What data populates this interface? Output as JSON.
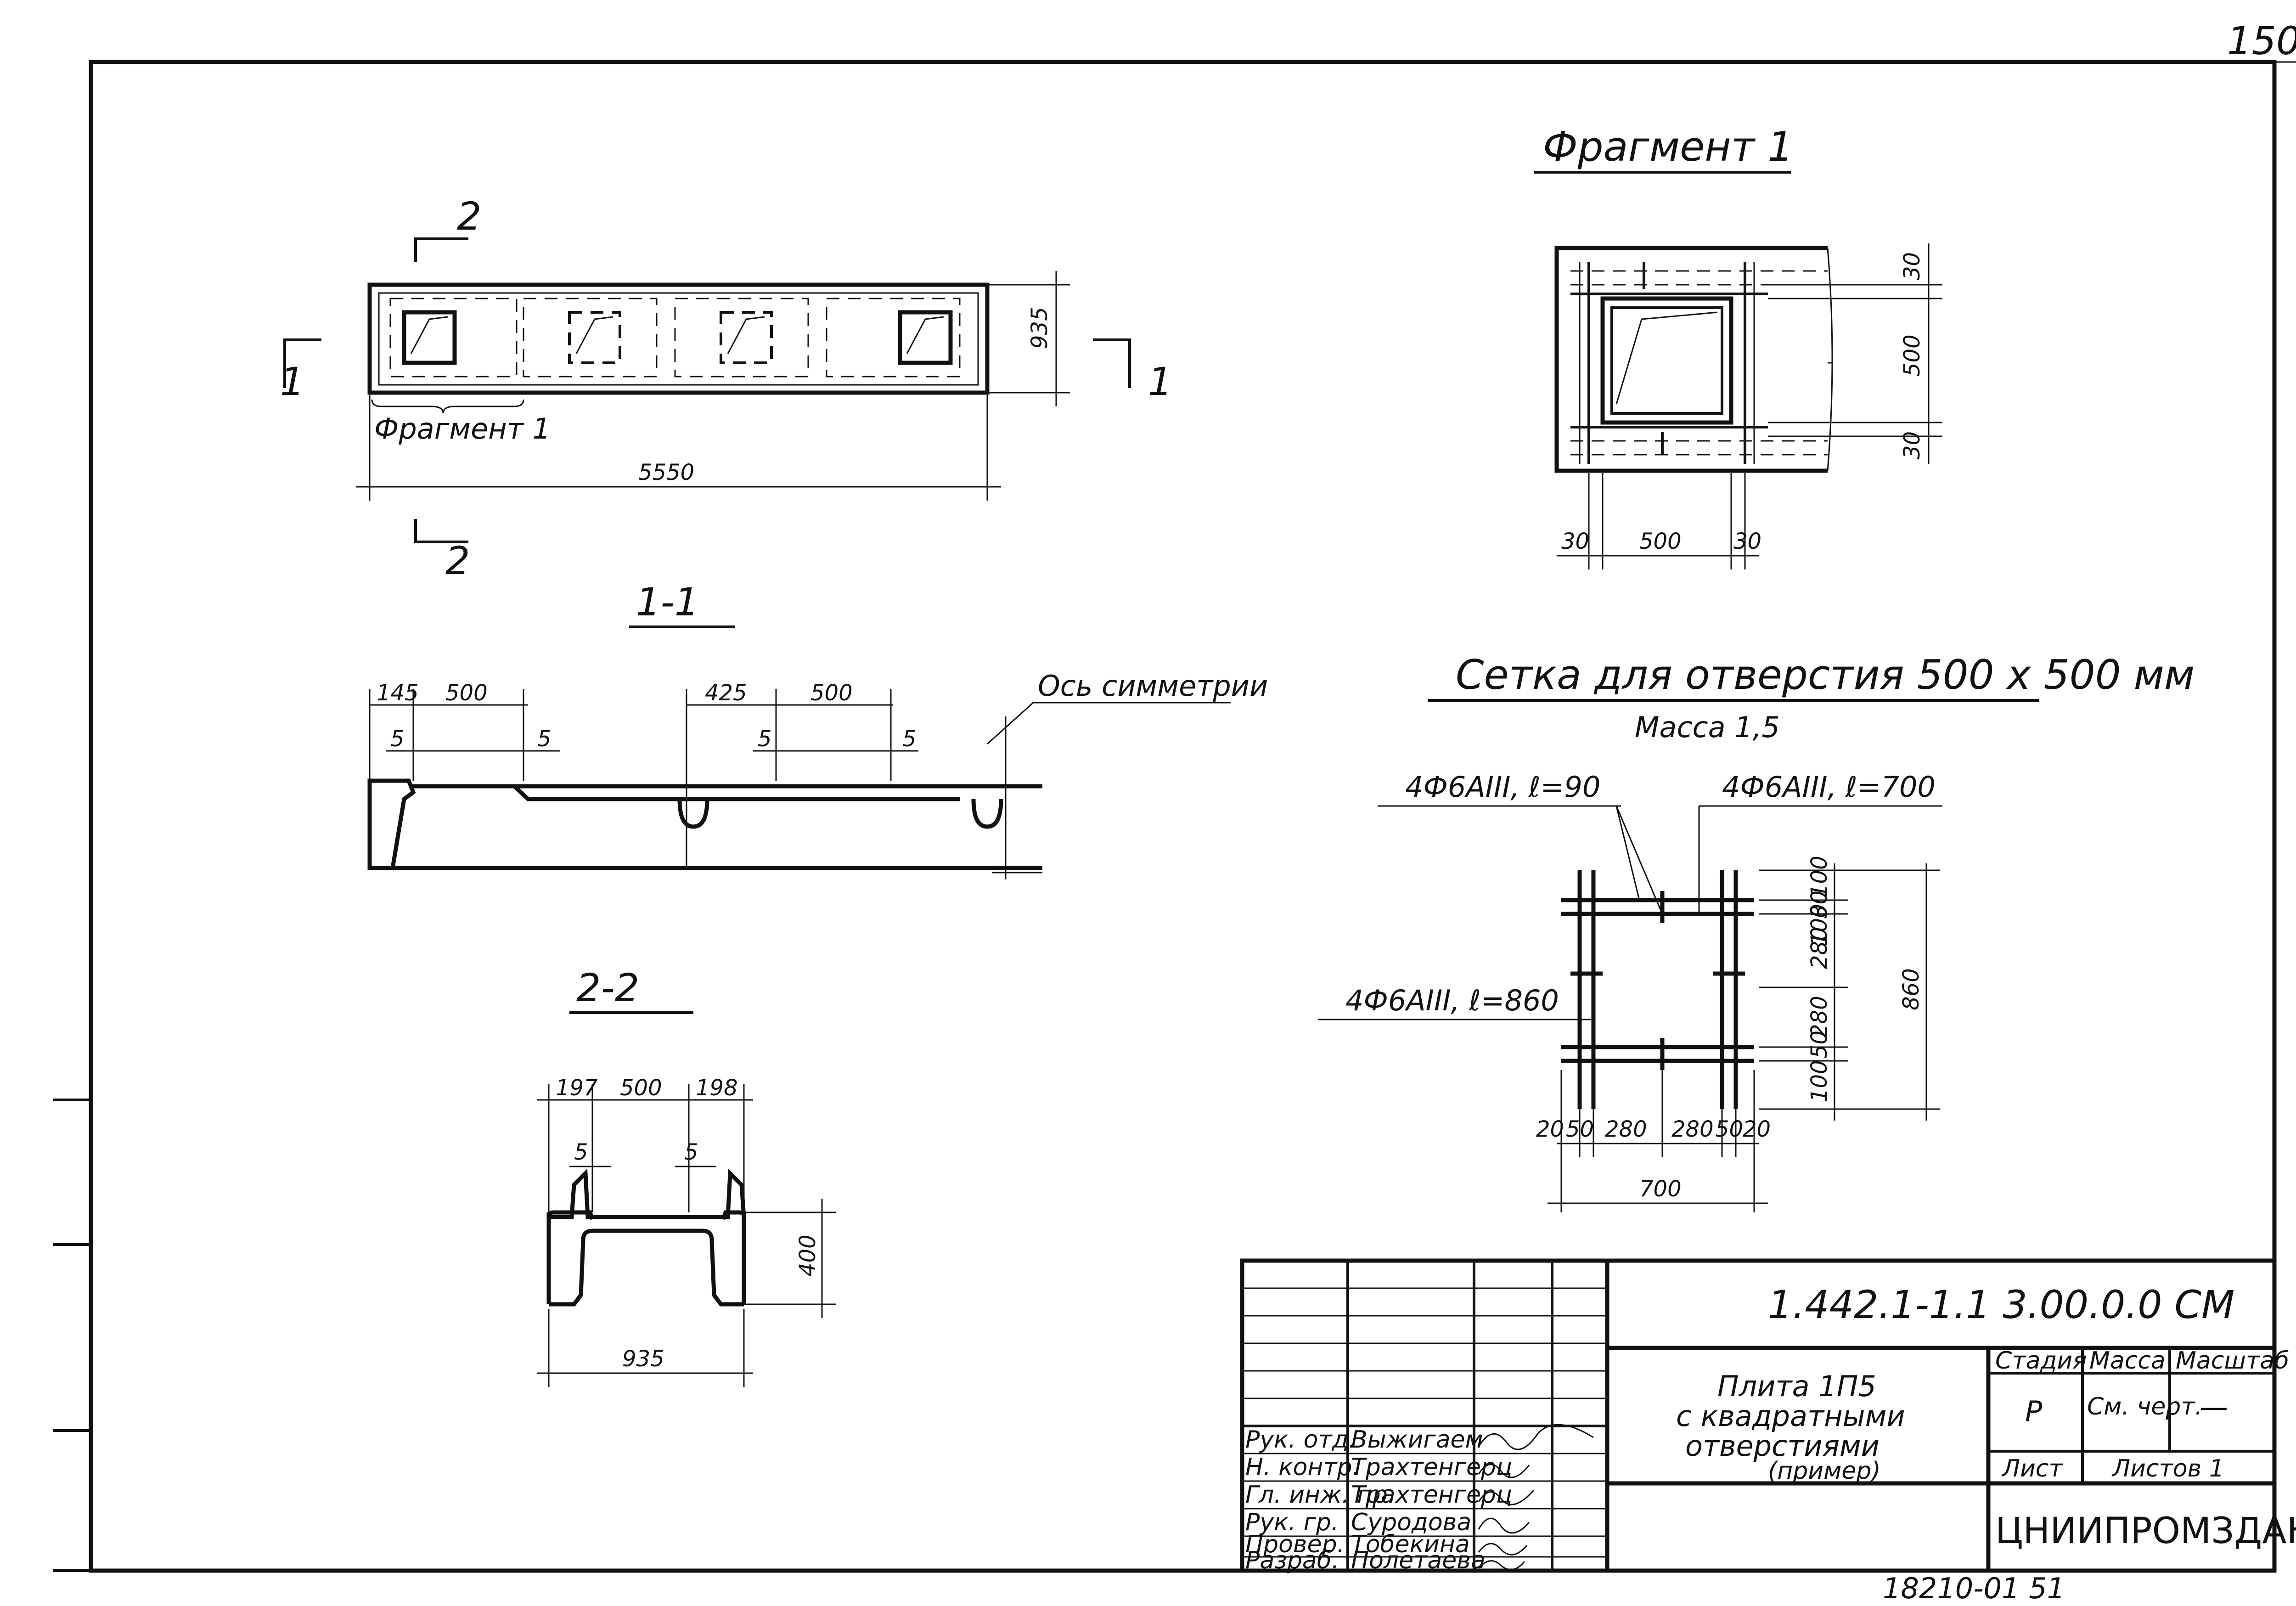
{
  "sheet": {
    "page_number": "150",
    "bottom_code": "18210-01   51"
  },
  "plan": {
    "section_mark_2": "2",
    "section_mark_1": "1",
    "fragment_label": "Фрагмент 1",
    "dim_length": "5550",
    "dim_width": "935"
  },
  "section_1_1": {
    "title": "1-1",
    "dims": [
      "145",
      "500",
      "425",
      "500"
    ],
    "gap": "5",
    "axis_label": "Ось симметрии"
  },
  "section_2_2": {
    "title": "2-2",
    "dims_top": [
      "197",
      "500",
      "198"
    ],
    "gap": "5",
    "height": "400",
    "width": "935"
  },
  "fragment_1": {
    "title": "Фрагмент 1",
    "dims_vertical": [
      "30",
      "500",
      "30"
    ],
    "dims_horizontal": [
      "30",
      "500",
      "30"
    ]
  },
  "mesh": {
    "title": "Сетка  для отверстия  500 х 500 мм",
    "mass": "Масса  1,5",
    "label_1": "4Ф6АIII, ℓ=90",
    "label_2": "4Ф6АIII, ℓ=700",
    "label_3": "4Ф6АIII, ℓ=860",
    "dims_vertical": [
      "100",
      "30",
      "100",
      "280",
      "280",
      "50",
      "100"
    ],
    "height": "860",
    "dims_horizontal": [
      "20",
      "50",
      "280",
      "280",
      "50",
      "20"
    ],
    "width": "700"
  },
  "title_block": {
    "designation": "1.442.1-1.1 3.00.0.0 СМ",
    "name": [
      "Плита  1П5",
      "с  квадратными",
      "отверстиями"
    ],
    "name_note": "(пример)",
    "col_stage": "Стадия",
    "col_mass": "Масса",
    "col_scale": "Масштаб",
    "stage_value": "Р",
    "mass_value": "См. черт.",
    "scale_value": "—",
    "sheet_label": "Лист",
    "sheets_label": "Листов 1",
    "organization": "ЦНИИПРОМЗДАНИЙ",
    "roles": [
      {
        "role": "Рук. отд.",
        "name": "Выжигаем"
      },
      {
        "role": "Н. контр.",
        "name": "Трахтенгерц"
      },
      {
        "role": "Гл. инж. пр.",
        "name": "Трахтенгерц"
      },
      {
        "role": "Рук. гр.",
        "name": "Суродова"
      },
      {
        "role": "Провер.",
        "name": "Тобекина"
      },
      {
        "role": "Разраб.",
        "name": "Полетаева"
      }
    ]
  }
}
